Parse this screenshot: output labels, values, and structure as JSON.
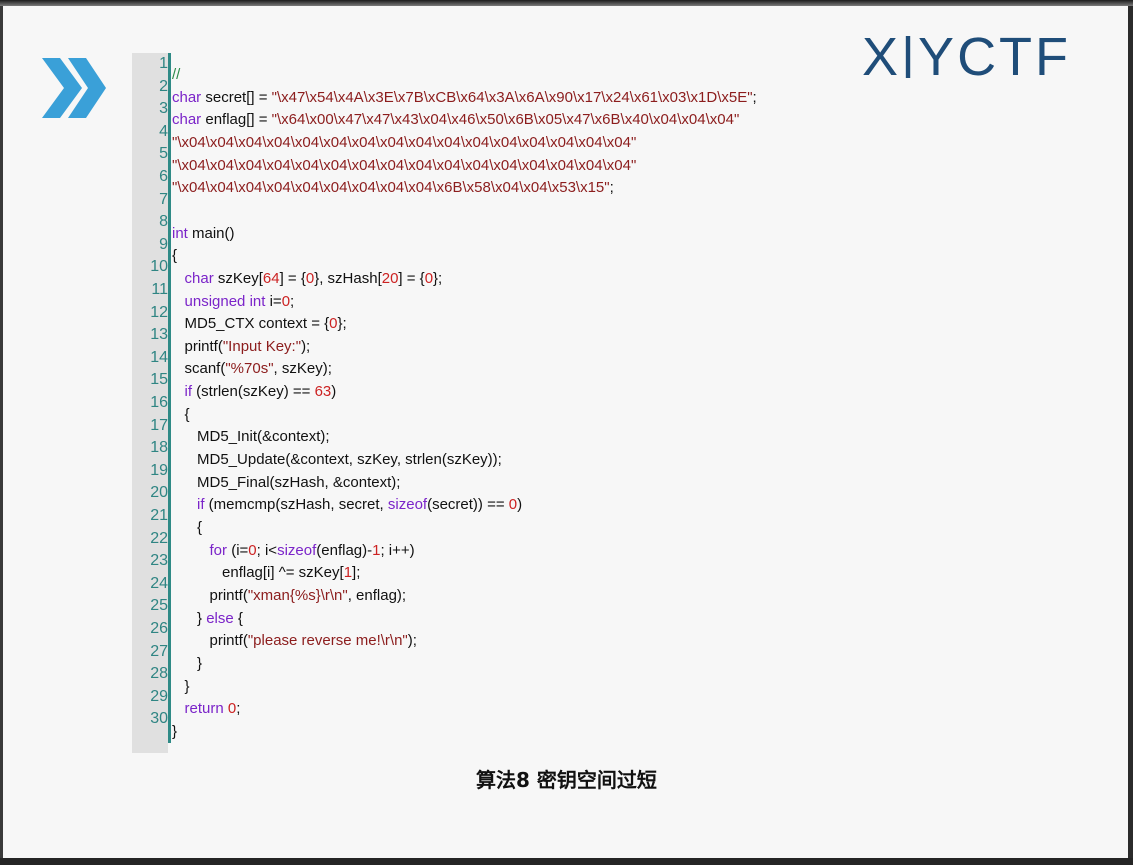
{
  "logo": {
    "text": "X|YCTF"
  },
  "caption": "算法8 密钥空间过短",
  "line_numbers": [
    "1",
    "2",
    "3",
    "4",
    "5",
    "6",
    "7",
    "8",
    "9",
    "10",
    "11",
    "12",
    "13",
    "14",
    "15",
    "16",
    "17",
    "18",
    "19",
    "20",
    "21",
    "22",
    "23",
    "24",
    "25",
    "26",
    "27",
    "28",
    "29",
    "30"
  ],
  "code_lines": [
    [
      {
        "t": "//",
        "c": "cmt"
      }
    ],
    [
      {
        "t": "char",
        "c": "kw"
      },
      {
        "t": " secret[] = "
      },
      {
        "t": "\"\\x47\\x54\\x4A\\x3E\\x7B\\xCB\\x64\\x3A\\x6A\\x90\\x17\\x24\\x61\\x03\\x1D\\x5E\"",
        "c": "str"
      },
      {
        "t": ";"
      }
    ],
    [
      {
        "t": "char",
        "c": "kw"
      },
      {
        "t": " enflag[] = "
      },
      {
        "t": "\"\\x64\\x00\\x47\\x47\\x43\\x04\\x46\\x50\\x6B\\x05\\x47\\x6B\\x40\\x04\\x04\\x04\"",
        "c": "str"
      }
    ],
    [
      {
        "t": "\"\\x04\\x04\\x04\\x04\\x04\\x04\\x04\\x04\\x04\\x04\\x04\\x04\\x04\\x04\\x04\\x04\"",
        "c": "str"
      }
    ],
    [
      {
        "t": "\"\\x04\\x04\\x04\\x04\\x04\\x04\\x04\\x04\\x04\\x04\\x04\\x04\\x04\\x04\\x04\\x04\"",
        "c": "str"
      }
    ],
    [
      {
        "t": "\"\\x04\\x04\\x04\\x04\\x04\\x04\\x04\\x04\\x04\\x6B\\x58\\x04\\x04\\x53\\x15\"",
        "c": "str"
      },
      {
        "t": ";"
      }
    ],
    [],
    [
      {
        "t": "int",
        "c": "kw"
      },
      {
        "t": " main()"
      }
    ],
    [
      {
        "t": "{"
      }
    ],
    [
      {
        "t": "   "
      },
      {
        "t": "char",
        "c": "kw"
      },
      {
        "t": " szKey["
      },
      {
        "t": "64",
        "c": "num"
      },
      {
        "t": "] = {"
      },
      {
        "t": "0",
        "c": "num"
      },
      {
        "t": "}, szHash["
      },
      {
        "t": "20",
        "c": "num"
      },
      {
        "t": "] = {"
      },
      {
        "t": "0",
        "c": "num"
      },
      {
        "t": "};"
      }
    ],
    [
      {
        "t": "   "
      },
      {
        "t": "unsigned int",
        "c": "kw"
      },
      {
        "t": " i="
      },
      {
        "t": "0",
        "c": "num"
      },
      {
        "t": ";"
      }
    ],
    [
      {
        "t": "   MD5_CTX context = {"
      },
      {
        "t": "0",
        "c": "num"
      },
      {
        "t": "};"
      }
    ],
    [
      {
        "t": "   printf("
      },
      {
        "t": "\"Input Key:\"",
        "c": "str"
      },
      {
        "t": ");"
      }
    ],
    [
      {
        "t": "   scanf("
      },
      {
        "t": "\"%70s\"",
        "c": "str"
      },
      {
        "t": ", szKey);"
      }
    ],
    [
      {
        "t": "   "
      },
      {
        "t": "if",
        "c": "kw"
      },
      {
        "t": " (strlen(szKey) == "
      },
      {
        "t": "63",
        "c": "num"
      },
      {
        "t": ")"
      }
    ],
    [
      {
        "t": "   {"
      }
    ],
    [
      {
        "t": "      MD5_Init(&context);"
      }
    ],
    [
      {
        "t": "      MD5_Update(&context, szKey, strlen(szKey));"
      }
    ],
    [
      {
        "t": "      MD5_Final(szHash, &context);"
      }
    ],
    [
      {
        "t": "      "
      },
      {
        "t": "if",
        "c": "kw"
      },
      {
        "t": " (memcmp(szHash, secret, "
      },
      {
        "t": "sizeof",
        "c": "kw"
      },
      {
        "t": "(secret)) == "
      },
      {
        "t": "0",
        "c": "num"
      },
      {
        "t": ")"
      }
    ],
    [
      {
        "t": "      {"
      }
    ],
    [
      {
        "t": "         "
      },
      {
        "t": "for",
        "c": "kw"
      },
      {
        "t": " (i="
      },
      {
        "t": "0",
        "c": "num"
      },
      {
        "t": "; i<"
      },
      {
        "t": "sizeof",
        "c": "kw"
      },
      {
        "t": "(enflag)-"
      },
      {
        "t": "1",
        "c": "num"
      },
      {
        "t": "; i++)"
      }
    ],
    [
      {
        "t": "            enflag[i] ^= szKey["
      },
      {
        "t": "1",
        "c": "num"
      },
      {
        "t": "];"
      }
    ],
    [
      {
        "t": "         printf("
      },
      {
        "t": "\"xman{%s}\\r\\n\"",
        "c": "str"
      },
      {
        "t": ", enflag);"
      }
    ],
    [
      {
        "t": "      } "
      },
      {
        "t": "else",
        "c": "kw"
      },
      {
        "t": " {"
      }
    ],
    [
      {
        "t": "         printf("
      },
      {
        "t": "\"please reverse me!\\r\\n\"",
        "c": "str"
      },
      {
        "t": ");"
      }
    ],
    [
      {
        "t": "      }"
      }
    ],
    [
      {
        "t": "   }"
      }
    ],
    [
      {
        "t": "   "
      },
      {
        "t": "return",
        "c": "kw"
      },
      {
        "t": " "
      },
      {
        "t": "0",
        "c": "num"
      },
      {
        "t": ";"
      }
    ],
    [
      {
        "t": "}"
      }
    ]
  ],
  "colors": {
    "keyword": "#7b24c9",
    "string": "#8c1d1d",
    "number": "#cc2222",
    "comment": "#2c8b4a",
    "line_numbers": "#2f8583",
    "chevron": "#3aa0d8",
    "logo": "#1f4d79"
  },
  "icons": {
    "chevron": "double-chevron-right-icon"
  }
}
